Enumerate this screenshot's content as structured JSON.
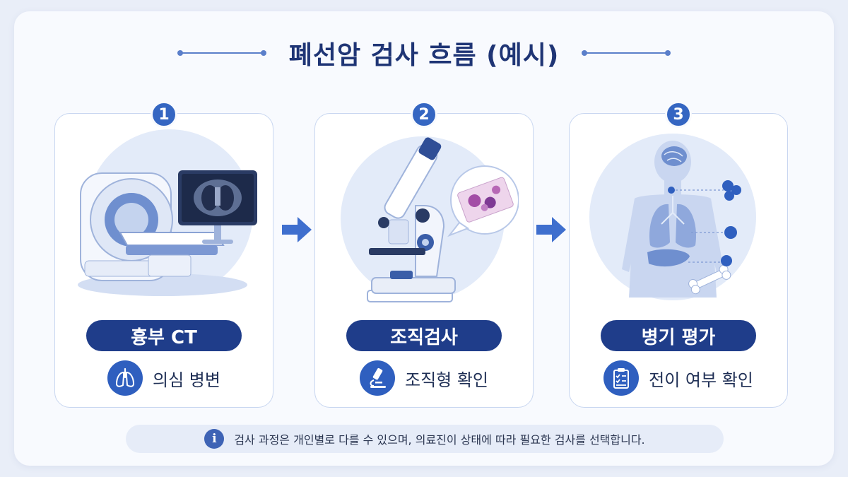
{
  "title": "폐선암 검사 흐름 (예시)",
  "steps": [
    {
      "number": "1",
      "label": "흉부 CT",
      "detail": "의심 병변",
      "icon": "lungs-icon"
    },
    {
      "number": "2",
      "label": "조직검사",
      "detail": "조직형 확인",
      "icon": "microscope-icon"
    },
    {
      "number": "3",
      "label": "병기 평가",
      "detail": "전이 여부 확인",
      "icon": "clipboard-icon"
    }
  ],
  "note": "검사 과정은 개인별로 다를 수 있으며, 의료진이 상태에 따라 필요한 검사를 선택합니다.",
  "colors": {
    "navy": "#1f3d8a",
    "accent": "#3566c2",
    "title": "#1f3575",
    "card_border": "#c8d6f0"
  }
}
